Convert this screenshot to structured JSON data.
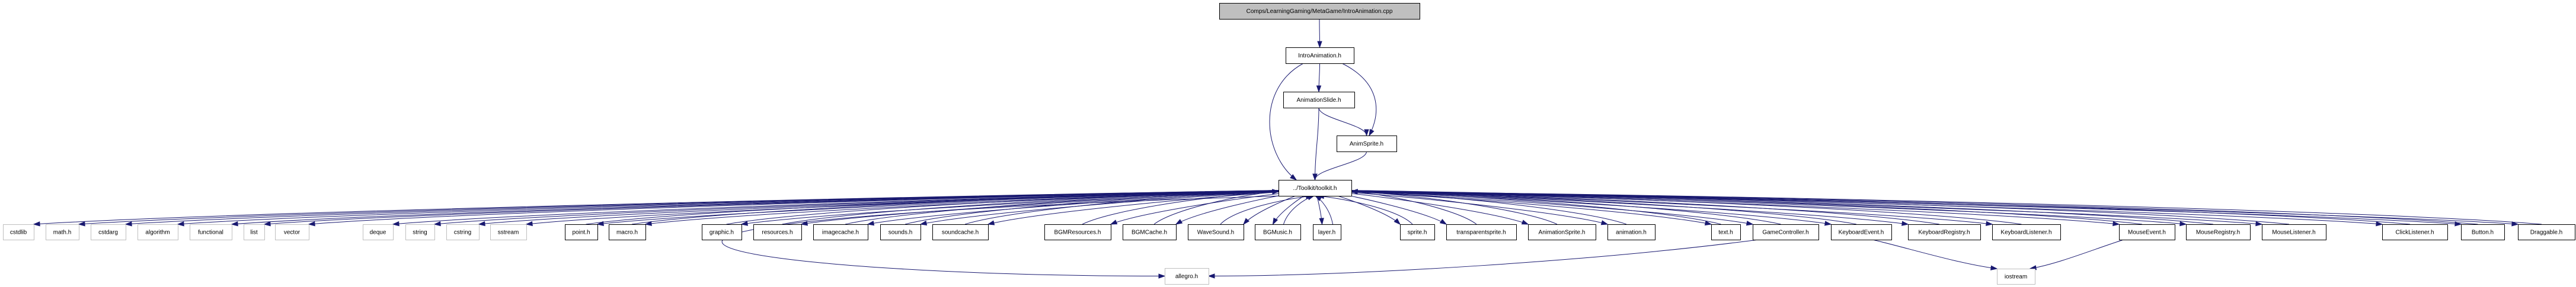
{
  "graph": {
    "type": "include-dependency-graph",
    "root": "Comps/LearningGaming/MetaGame/IntroAnimation.cpp",
    "colors": {
      "edge": "#191970",
      "root_fill": "#bfbfbf",
      "local_border": "#000000",
      "system_border": "#bfbfbf"
    },
    "nodes": [
      {
        "id": "root",
        "label": "Comps/LearningGaming/MetaGame/IntroAnimation.cpp",
        "kind": "root"
      },
      {
        "id": "IntroAnimation",
        "label": "IntroAnimation.h",
        "kind": "local"
      },
      {
        "id": "AnimationSlide",
        "label": "AnimationSlide.h",
        "kind": "local"
      },
      {
        "id": "AnimSprite",
        "label": "AnimSprite.h",
        "kind": "local"
      },
      {
        "id": "toolkit",
        "label": "../Toolkit/toolkit.h",
        "kind": "local"
      },
      {
        "id": "cstdlib",
        "label": "cstdlib",
        "kind": "system"
      },
      {
        "id": "math",
        "label": "math.h",
        "kind": "system"
      },
      {
        "id": "cstdarg",
        "label": "cstdarg",
        "kind": "system"
      },
      {
        "id": "algorithm",
        "label": "algorithm",
        "kind": "system"
      },
      {
        "id": "functional",
        "label": "functional",
        "kind": "system"
      },
      {
        "id": "list",
        "label": "list",
        "kind": "system"
      },
      {
        "id": "vector",
        "label": "vector",
        "kind": "system"
      },
      {
        "id": "deque",
        "label": "deque",
        "kind": "system"
      },
      {
        "id": "string",
        "label": "string",
        "kind": "system"
      },
      {
        "id": "cstring",
        "label": "cstring",
        "kind": "system"
      },
      {
        "id": "sstream",
        "label": "sstream",
        "kind": "system"
      },
      {
        "id": "point",
        "label": "point.h",
        "kind": "local"
      },
      {
        "id": "macro",
        "label": "macro.h",
        "kind": "local"
      },
      {
        "id": "graphic",
        "label": "graphic.h",
        "kind": "local"
      },
      {
        "id": "resources",
        "label": "resources.h",
        "kind": "local"
      },
      {
        "id": "imagecache",
        "label": "imagecache.h",
        "kind": "local"
      },
      {
        "id": "sounds",
        "label": "sounds.h",
        "kind": "local"
      },
      {
        "id": "soundcache",
        "label": "soundcache.h",
        "kind": "local"
      },
      {
        "id": "BGMResources",
        "label": "BGMResources.h",
        "kind": "local"
      },
      {
        "id": "BGMCache",
        "label": "BGMCache.h",
        "kind": "local"
      },
      {
        "id": "WaveSound",
        "label": "WaveSound.h",
        "kind": "local"
      },
      {
        "id": "BGMusic",
        "label": "BGMusic.h",
        "kind": "local"
      },
      {
        "id": "layer",
        "label": "layer.h",
        "kind": "local"
      },
      {
        "id": "sprite",
        "label": "sprite.h",
        "kind": "local"
      },
      {
        "id": "transparentsprite",
        "label": "transparentsprite.h",
        "kind": "local"
      },
      {
        "id": "AnimationSprite",
        "label": "AnimationSprite.h",
        "kind": "local"
      },
      {
        "id": "animation",
        "label": "animation.h",
        "kind": "local"
      },
      {
        "id": "text",
        "label": "text.h",
        "kind": "local"
      },
      {
        "id": "GameController",
        "label": "GameController.h",
        "kind": "local"
      },
      {
        "id": "KeyboardEvent",
        "label": "KeyboardEvent.h",
        "kind": "local"
      },
      {
        "id": "KeyboardRegistry",
        "label": "KeyboardRegistry.h",
        "kind": "local"
      },
      {
        "id": "KeyboardListener",
        "label": "KeyboardListener.h",
        "kind": "local"
      },
      {
        "id": "MouseEvent",
        "label": "MouseEvent.h",
        "kind": "local"
      },
      {
        "id": "MouseRegistry",
        "label": "MouseRegistry.h",
        "kind": "local"
      },
      {
        "id": "MouseListener",
        "label": "MouseListener.h",
        "kind": "local"
      },
      {
        "id": "ClickListener",
        "label": "ClickListener.h",
        "kind": "local"
      },
      {
        "id": "Button",
        "label": "Button.h",
        "kind": "local"
      },
      {
        "id": "Draggable",
        "label": "Draggable.h",
        "kind": "local"
      },
      {
        "id": "allegro",
        "label": "allegro.h",
        "kind": "system"
      },
      {
        "id": "iostream",
        "label": "iostream",
        "kind": "system"
      }
    ],
    "edges": [
      [
        "root",
        "IntroAnimation"
      ],
      [
        "IntroAnimation",
        "AnimationSlide"
      ],
      [
        "IntroAnimation",
        "AnimSprite"
      ],
      [
        "IntroAnimation",
        "toolkit"
      ],
      [
        "AnimationSlide",
        "AnimSprite"
      ],
      [
        "AnimationSlide",
        "toolkit"
      ],
      [
        "AnimSprite",
        "toolkit"
      ],
      [
        "toolkit",
        "cstdlib"
      ],
      [
        "toolkit",
        "math"
      ],
      [
        "toolkit",
        "cstdarg"
      ],
      [
        "toolkit",
        "algorithm"
      ],
      [
        "toolkit",
        "functional"
      ],
      [
        "toolkit",
        "list"
      ],
      [
        "toolkit",
        "vector"
      ],
      [
        "toolkit",
        "deque"
      ],
      [
        "toolkit",
        "string"
      ],
      [
        "toolkit",
        "cstring"
      ],
      [
        "toolkit",
        "sstream"
      ],
      [
        "toolkit",
        "point"
      ],
      [
        "toolkit",
        "macro"
      ],
      [
        "toolkit",
        "graphic"
      ],
      [
        "toolkit",
        "resources"
      ],
      [
        "toolkit",
        "imagecache"
      ],
      [
        "toolkit",
        "sounds"
      ],
      [
        "toolkit",
        "soundcache"
      ],
      [
        "toolkit",
        "BGMResources"
      ],
      [
        "toolkit",
        "BGMCache"
      ],
      [
        "toolkit",
        "WaveSound"
      ],
      [
        "toolkit",
        "BGMusic"
      ],
      [
        "toolkit",
        "layer"
      ],
      [
        "toolkit",
        "sprite"
      ],
      [
        "toolkit",
        "transparentsprite"
      ],
      [
        "toolkit",
        "AnimationSprite"
      ],
      [
        "toolkit",
        "animation"
      ],
      [
        "toolkit",
        "text"
      ],
      [
        "toolkit",
        "GameController"
      ],
      [
        "toolkit",
        "KeyboardEvent"
      ],
      [
        "toolkit",
        "KeyboardRegistry"
      ],
      [
        "toolkit",
        "KeyboardListener"
      ],
      [
        "toolkit",
        "MouseEvent"
      ],
      [
        "toolkit",
        "MouseRegistry"
      ],
      [
        "toolkit",
        "MouseListener"
      ],
      [
        "toolkit",
        "ClickListener"
      ],
      [
        "toolkit",
        "Button"
      ],
      [
        "toolkit",
        "Draggable"
      ],
      [
        "toolkit",
        "allegro"
      ],
      [
        "point",
        "toolkit"
      ],
      [
        "macro",
        "toolkit"
      ],
      [
        "graphic",
        "toolkit"
      ],
      [
        "resources",
        "toolkit"
      ],
      [
        "imagecache",
        "toolkit"
      ],
      [
        "sounds",
        "toolkit"
      ],
      [
        "soundcache",
        "toolkit"
      ],
      [
        "BGMResources",
        "toolkit"
      ],
      [
        "BGMCache",
        "toolkit"
      ],
      [
        "WaveSound",
        "toolkit"
      ],
      [
        "BGMusic",
        "toolkit"
      ],
      [
        "layer",
        "toolkit"
      ],
      [
        "sprite",
        "toolkit"
      ],
      [
        "transparentsprite",
        "toolkit"
      ],
      [
        "AnimationSprite",
        "toolkit"
      ],
      [
        "animation",
        "toolkit"
      ],
      [
        "text",
        "toolkit"
      ],
      [
        "GameController",
        "toolkit"
      ],
      [
        "KeyboardEvent",
        "toolkit"
      ],
      [
        "KeyboardRegistry",
        "toolkit"
      ],
      [
        "KeyboardListener",
        "toolkit"
      ],
      [
        "MouseEvent",
        "toolkit"
      ],
      [
        "MouseRegistry",
        "toolkit"
      ],
      [
        "MouseListener",
        "toolkit"
      ],
      [
        "ClickListener",
        "toolkit"
      ],
      [
        "Button",
        "toolkit"
      ],
      [
        "Draggable",
        "toolkit"
      ],
      [
        "GameController",
        "allegro"
      ],
      [
        "KeyboardEvent",
        "iostream"
      ],
      [
        "MouseEvent",
        "iostream"
      ]
    ]
  }
}
